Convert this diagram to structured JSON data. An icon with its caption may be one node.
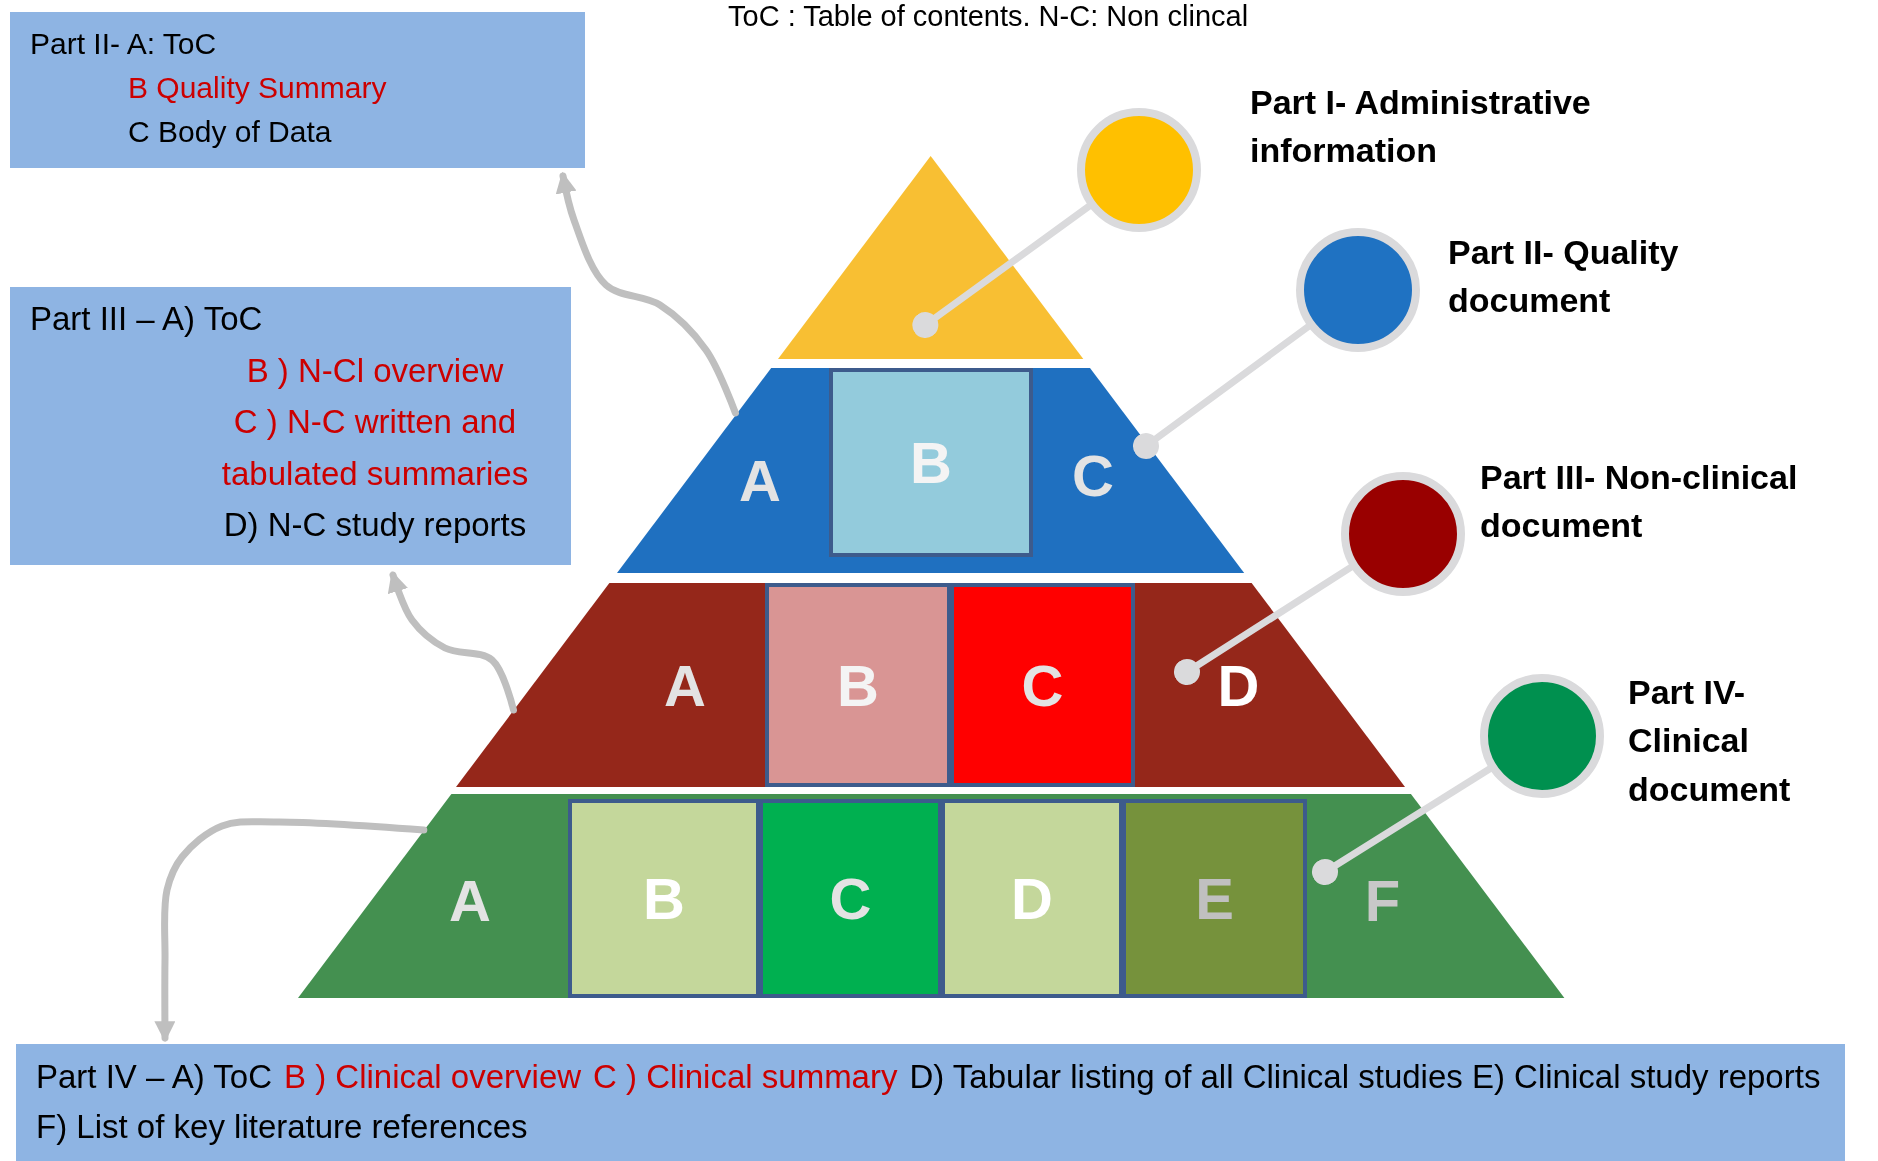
{
  "diagram": {
    "nodes": [
      {
        "text": [
          "Part II- A: ToC",
          "B Quality Summary",
          "C  Body of Data"
        ]
      },
      {
        "text": [
          "Part III – A) ToC",
          "B ) N-Cl overview",
          "C ) N-C written and tabulated summaries",
          "D) N-C study reports"
        ]
      },
      {
        "text": [],
        "shape": "circle",
        "beside": [
          "Part I- Administrative information"
        ]
      },
      {
        "text": [],
        "shape": "circle",
        "beside": [
          "Part II- Quality document"
        ]
      },
      {
        "text": [],
        "shape": "circle",
        "beside": [
          "Part III- Non-clinical document"
        ]
      },
      {
        "text": [],
        "shape": "circle",
        "beside": [
          "Part IV- Clinical document"
        ]
      },
      {
        "text": [],
        "shape": "triangle"
      },
      {
        "text": [],
        "shape": "trapezoid"
      },
      {
        "text": [
          "A"
        ],
        "in": 7
      },
      {
        "text": [
          "B"
        ],
        "in": 7
      },
      {
        "text": [
          "C"
        ],
        "in": 7
      },
      {
        "text": [],
        "shape": "trapezoid"
      },
      {
        "text": [
          "A"
        ],
        "in": 11
      },
      {
        "text": [
          "B"
        ],
        "in": 11
      },
      {
        "text": [
          "C"
        ],
        "in": 11
      },
      {
        "text": [
          "D"
        ],
        "in": 11
      },
      {
        "text": [],
        "shape": "trapezoid"
      },
      {
        "text": [
          "A"
        ],
        "in": 16
      },
      {
        "text": [
          "B"
        ],
        "in": 16
      },
      {
        "text": [
          "C"
        ],
        "in": 16
      },
      {
        "text": [
          "D"
        ],
        "in": 16
      },
      {
        "text": [
          "E"
        ],
        "in": 16
      },
      {
        "text": [
          "F"
        ],
        "in": 16
      },
      {
        "text": [
          "Part IV – A) ToC",
          "B ) Clinical overview",
          "C )  Clinical summary",
          "D) Tabular listing of all Clinical studies E) Clinical study reports F) List of key literature references"
        ]
      }
    ],
    "edges": [
      {
        "from": 2,
        "to": 6,
        "arrow": "other"
      },
      {
        "from": 3,
        "to": 10,
        "arrow": "other"
      },
      {
        "from": 4,
        "to": 15,
        "arrow": "other"
      },
      {
        "from": 5,
        "to": 22,
        "arrow": "other"
      },
      {
        "from": 7,
        "to": 0,
        "arrow": "to",
        "color": "#bfbfbf"
      },
      {
        "from": 11,
        "to": 1,
        "arrow": "to",
        "color": "#bfbfbf"
      },
      {
        "from": 16,
        "to": 23,
        "arrow": "to",
        "color": "#bfbfbf"
      }
    ],
    "labels": [
      "ToC : Table of contents. N-C:  Non clincal"
    ]
  }
}
